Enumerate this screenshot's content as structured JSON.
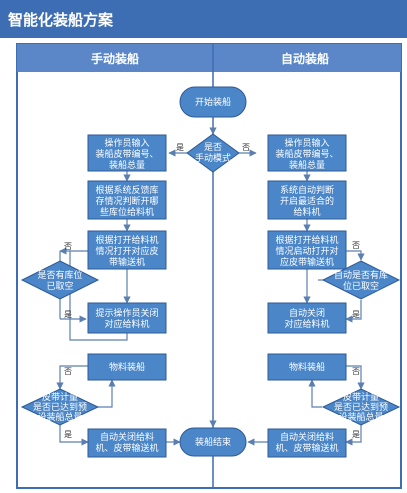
{
  "title": "智能化装船方案",
  "lanes": {
    "left": "手动装船",
    "right": "自动装船"
  },
  "colors": {
    "header": "#3d6db2",
    "subheader": "#5b87c8",
    "box": "#4a86c8",
    "border": "#2f5a96",
    "arrow": "#5b7fb0",
    "lane_bg": "#ffffff"
  },
  "nodes": {
    "start": "开始装船",
    "mode_decision": [
      "是否",
      "手动模式"
    ],
    "yes_label": "是",
    "no_label": "否",
    "m_input": [
      "操作员输入",
      "装船皮带编号、",
      "装船总量"
    ],
    "m_judge": [
      "根据系统反馈库",
      "存情况判断开哪",
      "些库位给料机"
    ],
    "m_open": [
      "根据打开给料机",
      "情况打开对应皮",
      "带输送机"
    ],
    "m_empty_decision": [
      "是否有库位",
      "已取空"
    ],
    "m_prompt": [
      "提示操作员关闭",
      "对应给料机"
    ],
    "m_load": "物料装船",
    "m_total_decision": [
      "皮带计量",
      "是否已达到预",
      "设装船总量"
    ],
    "m_close": [
      "自动关闭给料",
      "机、皮带输送机"
    ],
    "end": "装船结束",
    "a_input": [
      "操作员输入",
      "装船皮带编号、",
      "装船总量"
    ],
    "a_judge": [
      "系统自动判断",
      "开启最适合的",
      "给料机"
    ],
    "a_open": [
      "根据打开给料机",
      "情况启动打开对",
      "应皮带输送机"
    ],
    "a_empty_decision": [
      "自动是否有库",
      "位已取空"
    ],
    "a_close_feeder": [
      "自动关闭",
      "对应给料机"
    ],
    "a_load": "物料装船",
    "a_total_decision": [
      "皮带计量",
      "是否已达到预",
      "设装船总量"
    ],
    "a_close": [
      "自动关闭给料",
      "机、皮带输送机"
    ]
  }
}
